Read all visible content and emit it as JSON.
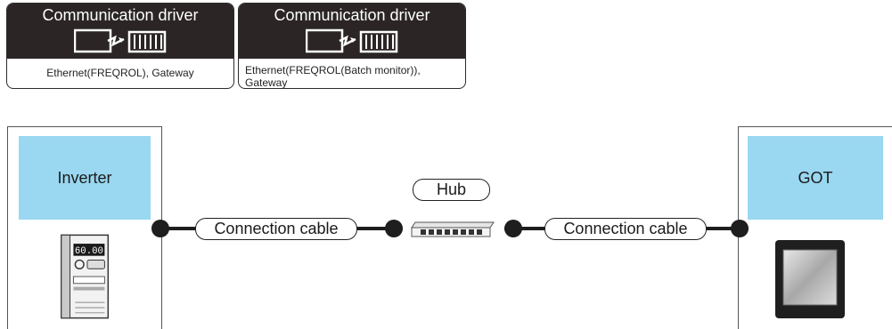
{
  "drivers": [
    {
      "title": "Communication driver",
      "description": "Ethernet(FREQROL), Gateway"
    },
    {
      "title": "Communication driver",
      "description_line1": "Ethernet(FREQROL(Batch monitor)),",
      "description_line2": "Gateway"
    }
  ],
  "devices": {
    "inverter": "Inverter",
    "got": "GOT"
  },
  "cables": {
    "left": "Connection cable",
    "right": "Connection cable"
  },
  "hub": "Hub",
  "inverter_display": "60.00"
}
